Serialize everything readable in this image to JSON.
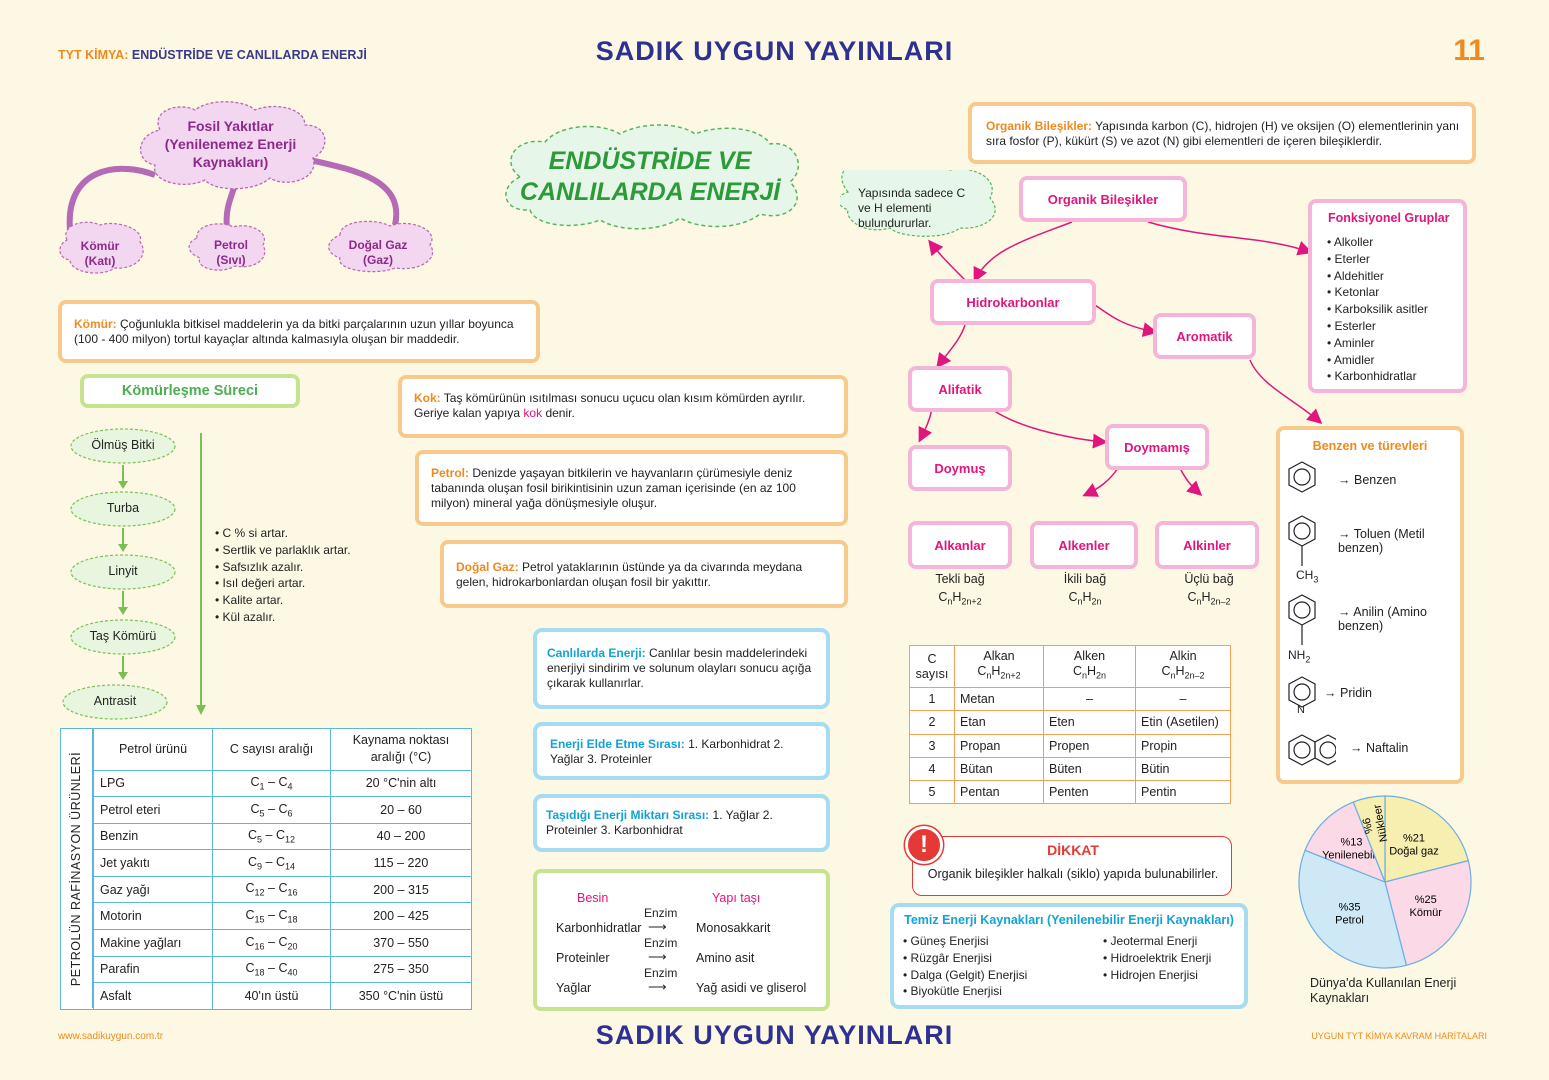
{
  "header": {
    "subject": "TYT KİMYA:",
    "topic": "ENDÜSTRİDE VE CANLILARDA ENERJİ",
    "publisher": "SADIK  UYGUN  YAYINLARI",
    "page": "11"
  },
  "footer": {
    "website": "www.sadikuygun.com.tr",
    "series": "UYGUN TYT KİMYA KAVRAM HARİTALARI",
    "publisher": "SADIK  UYGUN  YAYINLARI"
  },
  "main_title": {
    "line1": "ENDÜSTRİDE VE",
    "line2": "CANLILARDA ENERJİ"
  },
  "fossil": {
    "title": "Fosil Yakıtlar (Yenilenemez Enerji Kaynakları)",
    "kinds": [
      {
        "name": "Kömür",
        "state": "(Katı)"
      },
      {
        "name": "Petrol",
        "state": "(Sıvı)"
      },
      {
        "name": "Doğal Gaz",
        "state": "(Gaz)"
      }
    ]
  },
  "komur": {
    "term": "Kömür:",
    "text": "Çoğunlukla bitkisel maddelerin ya da bitki parçalarının uzun yıllar boyunca (100 - 400 milyon) tortul kayaçlar altında kalmasıyla oluşan bir maddedir."
  },
  "komurlesme": {
    "title": "Kömürleşme Süreci",
    "steps": [
      "Ölmüş Bitki",
      "Turba",
      "Linyit",
      "Taş Kömürü",
      "Antrasit"
    ],
    "effects": [
      "C % si artar.",
      "Sertlik ve parlaklık artar.",
      "Safsızlık azalır.",
      "Isıl değeri artar.",
      "Kalite artar.",
      "Kül azalır."
    ]
  },
  "kok": {
    "term": "Kok:",
    "text1": "Taş kömürünün ısıtılması sonucu uçucu olan kısım kömürden ayrılır. Geriye kalan yapıya",
    "word": "kok",
    "text2": "denir."
  },
  "petrol": {
    "term": "Petrol:",
    "text": "Denizde yaşayan bitkilerin ve hayvanların çürümesiyle deniz tabanında oluşan fosil birikintisinin uzun zaman içerisinde (en az 100 milyon) mineral yağa dönüşmesiyle oluşur."
  },
  "dogalgaz": {
    "term": "Doğal Gaz:",
    "text": "Petrol yataklarının üstünde ya da civarında meydana gelen, hidrokarbonlardan oluşan fosil bir yakıttır."
  },
  "canlilarda": {
    "term": "Canlılarda Enerji:",
    "text": "Canlılar besin maddelerindeki enerjiyi sindirim ve solunum olayları sonucu açığa çıkarak kullanırlar."
  },
  "elde": {
    "term": "Enerji Elde Etme Sırası:",
    "text": "1. Karbonhidrat 2. Yağlar 3. Proteinler"
  },
  "tasidigi": {
    "term": "Taşıdığı Enerji Miktarı Sırası:",
    "text": "1. Yağlar 2. Proteinler 3. Karbonhidrat"
  },
  "digestion": {
    "col1": "Besin",
    "col2": "Yapı taşı",
    "enzyme": "Enzim",
    "rows": [
      {
        "food": "Karbonhidratlar",
        "unit": "Monosakkarit"
      },
      {
        "food": "Proteinler",
        "unit": "Amino asit"
      },
      {
        "food": "Yağlar",
        "unit": "Yağ asidi ve gliserol"
      }
    ]
  },
  "petrol_table": {
    "side": "PETROLÜN RAFİNASYON ÜRÜNLERİ",
    "headers": [
      "Petrol ürünü",
      "C sayısı aralığı",
      "Kaynama noktası aralığı (°C)"
    ],
    "rows": [
      [
        "LPG",
        "1",
        "4",
        "20 °C'nin altı"
      ],
      [
        "Petrol eteri",
        "5",
        "6",
        "20 – 60"
      ],
      [
        "Benzin",
        "5",
        "12",
        "40 – 200"
      ],
      [
        "Jet yakıtı",
        "9",
        "14",
        "115 – 220"
      ],
      [
        "Gaz yağı",
        "12",
        "16",
        "200 – 315"
      ],
      [
        "Motorin",
        "15",
        "18",
        "200 – 425"
      ],
      [
        "Makine yağları",
        "16",
        "20",
        "370 – 550"
      ],
      [
        "Parafin",
        "18",
        "40",
        "275 – 350"
      ],
      [
        "Asfalt",
        "40'ın üstü",
        "",
        "350 °C'nin üstü"
      ]
    ]
  },
  "organic": {
    "definition_term": "Organik Bileşikler:",
    "definition": "Yapısında karbon (C), hidrojen (H) ve oksijen (O) elementlerinin yanı sıra fosfor (P), kükürt (S) ve azot (N) gibi elementleri de içeren bileşiklerdir.",
    "cloud": "Yapısında sadece C ve H elementi bulundururlar.",
    "root": "Organik Bileşikler",
    "hydro": "Hidrokarbonlar",
    "aromatik": "Aromatik",
    "alifatik": "Alifatik",
    "doymus": "Doymuş",
    "doymamis": "Doymamış",
    "alkanlar": "Alkanlar",
    "alkenler": "Alkenler",
    "alkinler": "Alkinler",
    "bond1": "Tekli bağ",
    "bond2": "İkili bağ",
    "bond3": "Üçlü bağ"
  },
  "functional": {
    "title": "Fonksiyonel Gruplar",
    "items": [
      "Alkoller",
      "Eterler",
      "Aldehitler",
      "Ketonlar",
      "Karboksilik asitler",
      "Esterler",
      "Aminler",
      "Amidler",
      "Karbonhidratlar"
    ]
  },
  "benzene": {
    "title": "Benzen ve türevleri",
    "items": [
      "Benzen",
      "Toluen (Metil benzen)",
      "Anilin (Amino benzen)",
      "Pridin",
      "Naftalin"
    ],
    "ch3": "CH",
    "nh2": "NH",
    "n": "N"
  },
  "ctable": {
    "h0": "C sayısı",
    "h1": "Alkan",
    "h2": "Alken",
    "h3": "Alkin",
    "rows": [
      [
        "1",
        "Metan",
        "–",
        "–"
      ],
      [
        "2",
        "Etan",
        "Eten",
        "Etin (Asetilen)"
      ],
      [
        "3",
        "Propan",
        "Propen",
        "Propin"
      ],
      [
        "4",
        "Bütan",
        "Büten",
        "Bütin"
      ],
      [
        "5",
        "Pentan",
        "Penten",
        "Pentin"
      ]
    ]
  },
  "dikkat": {
    "title": "DİKKAT",
    "text": "Organik bileşikler halkalı (siklo) yapıda bulunabilirler."
  },
  "temiz": {
    "title": "Temiz Enerji Kaynakları (Yenilenebilir Enerji Kaynakları)",
    "col1": [
      "Güneş Enerjisi",
      "Rüzgâr Enerjisi",
      "Dalga (Gelgit) Enerjisi",
      "Biyokütle Enerjisi"
    ],
    "col2": [
      "Jeotermal Enerji",
      "Hidroelektrik Enerji",
      "Hidrojen Enerjisi"
    ]
  },
  "chart_data": {
    "type": "pie",
    "title": "Dünya'da Kullanılan Enerji Kaynakları",
    "labels": [
      "Doğal gaz",
      "Kömür",
      "Petrol",
      "Yenilenebilir",
      "Nükleer"
    ],
    "values": [
      21,
      25,
      35,
      13,
      6
    ],
    "colors": [
      "#f7efb0",
      "#fbd9e6",
      "#cfe8f6",
      "#fbd9e6",
      "#f7efb0"
    ]
  }
}
